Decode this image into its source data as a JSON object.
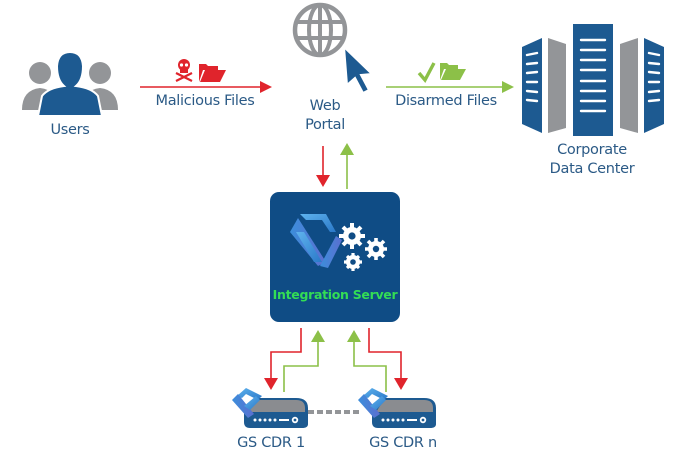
{
  "nodes": {
    "users": {
      "label": "Users",
      "icon": "users-icon"
    },
    "web_portal": {
      "label_line1": "Web",
      "label_line2": "Portal",
      "icon": "globe-cursor-icon"
    },
    "data_center": {
      "label_line1": "Corporate",
      "label_line2": "Data Center",
      "icon": "server-racks-icon"
    },
    "integration_server": {
      "label": "Integration Server",
      "icon": "logo-gears-icon"
    },
    "cdr_1": {
      "label": "GS CDR 1",
      "icon": "cdr-appliance-icon"
    },
    "cdr_n": {
      "label": "GS CDR n",
      "icon": "cdr-appliance-icon"
    }
  },
  "edges": {
    "malicious": {
      "label": "Malicious Files",
      "icons": [
        "skull-crossbones-icon",
        "folder-icon"
      ]
    },
    "disarmed": {
      "label": "Disarmed Files",
      "icons": [
        "checkmark-icon",
        "folder-icon"
      ]
    }
  },
  "colors": {
    "brand_blue": "#1d5a91",
    "dark_blue": "#0f4c85",
    "gray": "#939598",
    "red": "#e0242c",
    "green": "#8cc048",
    "label_text": "#2b5a86",
    "server_label": "#33dd55"
  }
}
